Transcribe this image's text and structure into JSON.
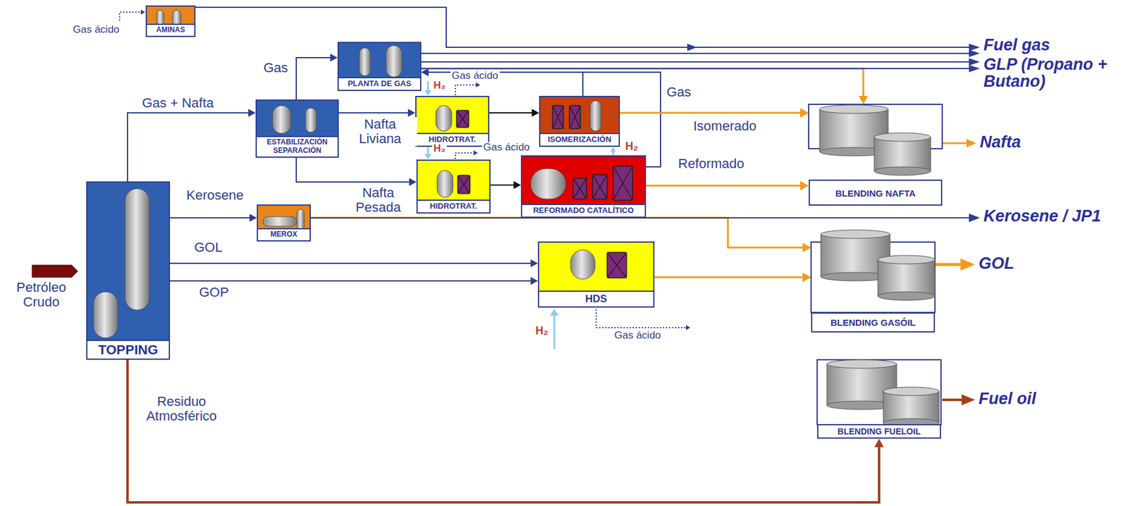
{
  "diagram": {
    "nodes": [
      {
        "text": [
          "AMINAS"
        ]
      },
      {
        "text": [
          "PLANTA DE GAS"
        ]
      },
      {
        "text": [
          "ESTABILIZACIÓN SEPARACIÓN"
        ]
      },
      {
        "text": [
          "HIDROTRAT."
        ]
      },
      {
        "text": [
          "ISOMERIZACIÓN"
        ]
      },
      {
        "text": [
          "HIDROTRAT."
        ]
      },
      {
        "text": [
          "REFORMADO CATALÍTICO"
        ]
      },
      {
        "text": [
          "MEROX"
        ]
      },
      {
        "text": [
          "TOPPING"
        ]
      },
      {
        "text": [
          "HDS"
        ]
      },
      {
        "text": [
          "BLENDING NAFTA"
        ]
      },
      {
        "text": [
          "BLENDING GASÓIL"
        ]
      },
      {
        "text": [
          "BLENDING FUELOIL"
        ]
      }
    ],
    "edges": [
      {
        "from": 8,
        "to": 2,
        "label": "Gas + Nafta",
        "arrow": "to"
      },
      {
        "from": 2,
        "to": 1,
        "label": "Gas",
        "arrow": "to"
      },
      {
        "from": 2,
        "to": 3,
        "label": "Nafta Liviana",
        "arrow": "to"
      },
      {
        "from": 2,
        "to": 5,
        "label": "Nafta Pesada",
        "arrow": "to"
      },
      {
        "from": 3,
        "to": 4,
        "arrow": "to"
      },
      {
        "from": 5,
        "to": 6,
        "arrow": "to"
      },
      {
        "from": 4,
        "to": 1,
        "arrow": "to"
      },
      {
        "from": 6,
        "to": 1,
        "label": "Gas",
        "arrow": "to"
      },
      {
        "from": 6,
        "to": 4,
        "label": "H₂",
        "arrow": "to"
      },
      {
        "from": 4,
        "to": 10,
        "label": "Isomerado",
        "arrow": "to"
      },
      {
        "from": 6,
        "to": 10,
        "label": "Reformado",
        "arrow": "to"
      },
      {
        "from": 1,
        "to": 10,
        "arrow": "to"
      },
      {
        "from": 8,
        "to": 7,
        "label": "Kerosene",
        "arrow": "to"
      },
      {
        "from": 7,
        "to": 11,
        "arrow": "to"
      },
      {
        "from": 8,
        "to": 9,
        "label": "GOL",
        "arrow": "to"
      },
      {
        "from": 8,
        "to": 9,
        "label": "GOP",
        "arrow": "to"
      },
      {
        "from": 9,
        "to": 11,
        "arrow": "to"
      },
      {
        "from": 8,
        "to": 12,
        "label": "Residuo Atmosférico",
        "arrow": "to"
      }
    ],
    "labels": [
      "Gas ácido",
      "Gas ácido",
      "H₂",
      "Gas ácido",
      "H₂",
      "Petróleo Crudo",
      "H₂",
      "Gas ácido",
      "Fuel gas",
      "GLP (Propano + Butano)",
      "Nafta",
      "Kerosene / JP1",
      "GOL",
      "Fuel oil"
    ]
  }
}
